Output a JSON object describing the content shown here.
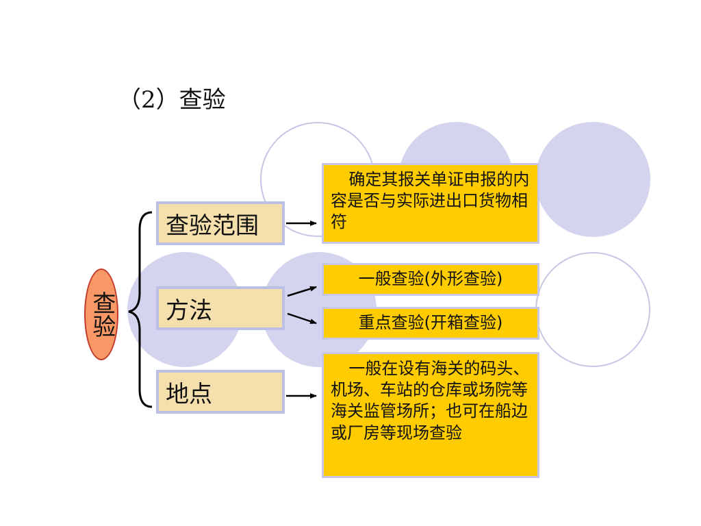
{
  "title": "（2）查验",
  "root": {
    "label": "查验"
  },
  "categories": [
    {
      "label": "查验范围"
    },
    {
      "label": "方法"
    },
    {
      "label": "地点"
    }
  ],
  "details": {
    "scope": "确定其报关单证申报的内容是否与实际进出口货物相符",
    "method_general": "一般查验(外形查验)",
    "method_key": "重点查验(开箱查验)",
    "location": "一般在设有海关的码头、机场、车站的仓库或场院等海关监管场所；也可在船边或厂房等现场查验"
  },
  "colors": {
    "detail_fill": "#ffcc00",
    "category_fill": "#f4dfad",
    "root_fill": "#f79866",
    "circle_fill": "#d4d4ee"
  }
}
